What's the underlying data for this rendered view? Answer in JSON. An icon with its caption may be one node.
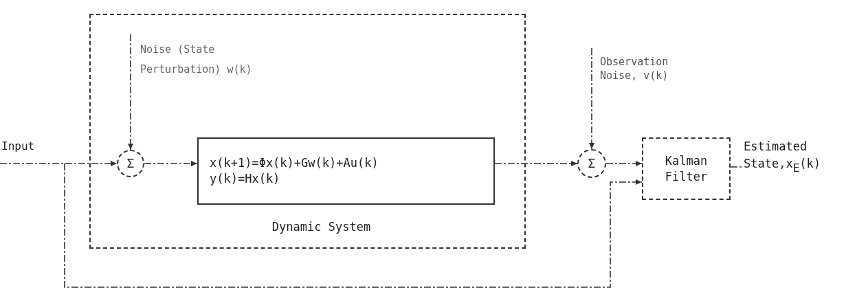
{
  "diagram": {
    "nodes": [
      {
        "text": [
          "Dynamic System"
        ]
      },
      {
        "text": [
          "Noise (State Perturbation) w(k)"
        ],
        "in": 0
      },
      {
        "text": [
          "Σ"
        ],
        "in": 0
      },
      {
        "text": [
          "x(k+1)=Φx(k)+Gw(k)+Au(k)",
          "y(k)=Hx(k)"
        ],
        "in": 0
      },
      {
        "text": [
          "Input"
        ]
      },
      {
        "text": [
          "Observation Noise, v(k)"
        ]
      },
      {
        "text": [
          "Σ"
        ]
      },
      {
        "text": [
          "Kalman Filter"
        ]
      }
    ],
    "edges": [
      {
        "from": 4,
        "to": 2,
        "arrow": "to"
      },
      {
        "from": 1,
        "to": 2,
        "arrow": "to"
      },
      {
        "from": 2,
        "to": 3,
        "arrow": "to"
      },
      {
        "from": 3,
        "to": 6,
        "arrow": "to"
      },
      {
        "from": 5,
        "to": 6,
        "arrow": "to"
      },
      {
        "from": 6,
        "to": 7,
        "arrow": "to"
      },
      {
        "from": 4,
        "to": 7,
        "arrow": "to"
      },
      {
        "from": 7,
        "to": null,
        "arrow": "to",
        "label": "Estimated State,x$_{E}$(k)"
      }
    ]
  }
}
